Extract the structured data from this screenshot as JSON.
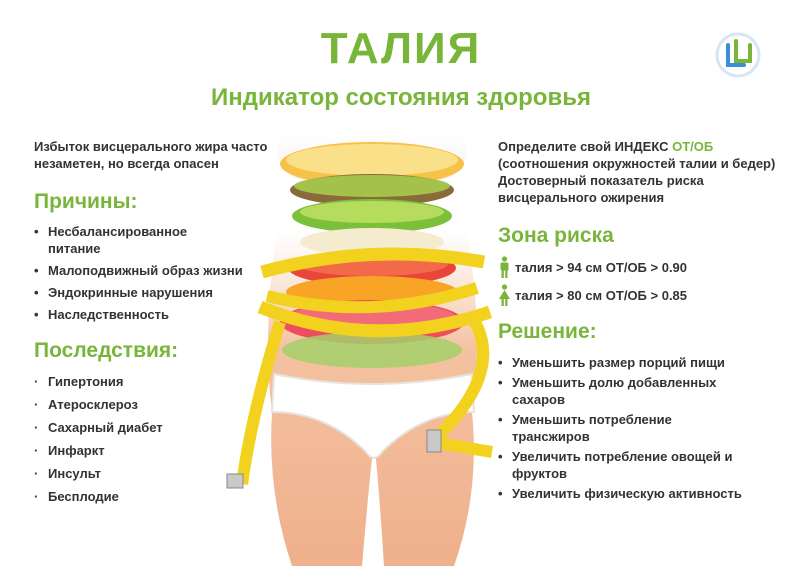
{
  "header": {
    "title": "ТАЛИЯ",
    "subtitle": "Индикатор состояния здоровья"
  },
  "left": {
    "intro": "Избыток висцерального жира часто незаметен, но всегда опасен",
    "causes_title": "Причины:",
    "causes": [
      "Несбалансированное питание",
      "Малоподвижный образ жизни",
      "Эндокринные нарушения",
      "Наследственность"
    ],
    "consequences_title": "Последствия:",
    "consequences": [
      "Гипертония",
      "Атеросклероз",
      "Сахарный диабет",
      "Инфаркт",
      "Инсульт",
      "Бесплодие"
    ]
  },
  "right": {
    "intro_prefix": "Определите свой ИНДЕКС ",
    "intro_index": "ОТ/ОБ",
    "intro_rest": "(соотношения окружностей талии и бедер)",
    "intro_line2": "Достоверный показатель риска висцерального ожирения",
    "risk_title": "Зона риска",
    "risk_items": [
      {
        "icon": "male-figure-icon",
        "text": "талия > 94 см ОТ/ОБ > 0.90"
      },
      {
        "icon": "female-figure-icon",
        "text": "талия > 80 см ОТ/ОБ > 0.85"
      }
    ],
    "solution_title": "Решение:",
    "solutions": [
      "Уменьшить размер порций пищи",
      "Уменьшить долю добавленных сахаров",
      "Уменьшить потребление трансжиров",
      "Увеличить потребление овощей и фруктов",
      "Увеличить физическую активность"
    ]
  },
  "colors": {
    "accent_green": "#79b53a",
    "logo_blue": "#3a8fd6",
    "tape_yellow": "#f2d21e"
  }
}
